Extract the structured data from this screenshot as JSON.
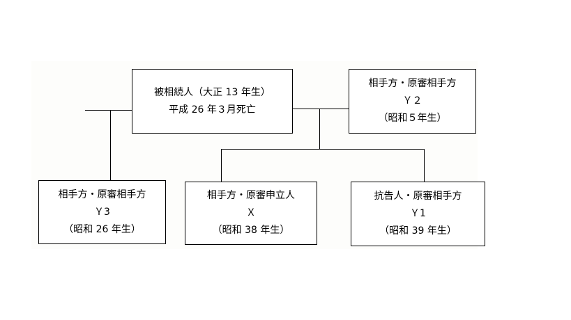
{
  "diagram": {
    "decedent": {
      "lines": [
        "被相続人（大正 13 年生）",
        "平成 26 年３月死亡"
      ]
    },
    "y2": {
      "lines": [
        "相手方・原審相手方",
        "Ｙ２",
        "（昭和５年生）"
      ]
    },
    "y3": {
      "lines": [
        "相手方・原審相手方",
        "Ｙ3",
        "（昭和 26 年生）"
      ]
    },
    "x": {
      "lines": [
        "相手方・原審申立人",
        "Ｘ",
        "（昭和 38 年生）"
      ]
    },
    "y1": {
      "lines": [
        "抗告人・原審相手方",
        "Ｙ1",
        "（昭和 39 年生）"
      ]
    }
  }
}
